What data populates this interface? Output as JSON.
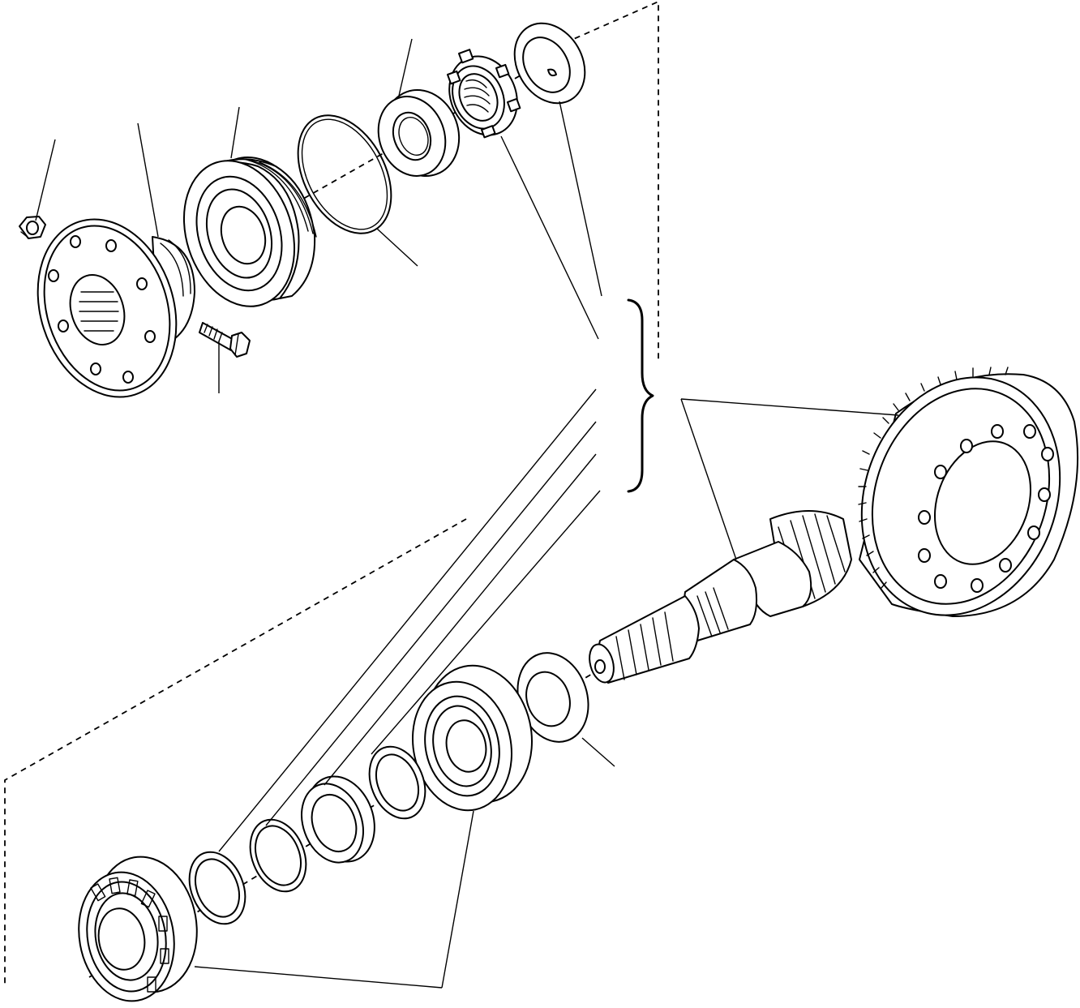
{
  "diagram": {
    "type": "exploded-parts-view",
    "parts": [
      {
        "id": "flange-nut",
        "icon": "nut-icon"
      },
      {
        "id": "output-flange",
        "icon": "flange-icon"
      },
      {
        "id": "flange-bolt",
        "icon": "bolt-icon"
      },
      {
        "id": "seal-housing",
        "icon": "housing-icon"
      },
      {
        "id": "o-ring",
        "icon": "o-ring-icon"
      },
      {
        "id": "oil-seal",
        "icon": "seal-icon"
      },
      {
        "id": "slotted-nut",
        "icon": "slotted-nut-icon"
      },
      {
        "id": "lock-washer",
        "icon": "washer-icon"
      },
      {
        "id": "crown-wheel",
        "icon": "ring-gear-icon"
      },
      {
        "id": "pinion-shaft",
        "icon": "pinion-icon"
      },
      {
        "id": "thrust-washer",
        "icon": "washer-icon"
      },
      {
        "id": "large-taper-bearing",
        "icon": "bearing-icon"
      },
      {
        "id": "spacer-ring",
        "icon": "ring-icon"
      },
      {
        "id": "bearing-cup",
        "icon": "bearing-cup-icon"
      },
      {
        "id": "shim-a",
        "icon": "shim-icon"
      },
      {
        "id": "shim-b",
        "icon": "shim-icon"
      },
      {
        "id": "small-taper-bearing",
        "icon": "bearing-icon"
      }
    ],
    "groups": [
      {
        "id": "crown-wheel-and-pinion-set",
        "bracket": "curly-brace"
      }
    ]
  }
}
